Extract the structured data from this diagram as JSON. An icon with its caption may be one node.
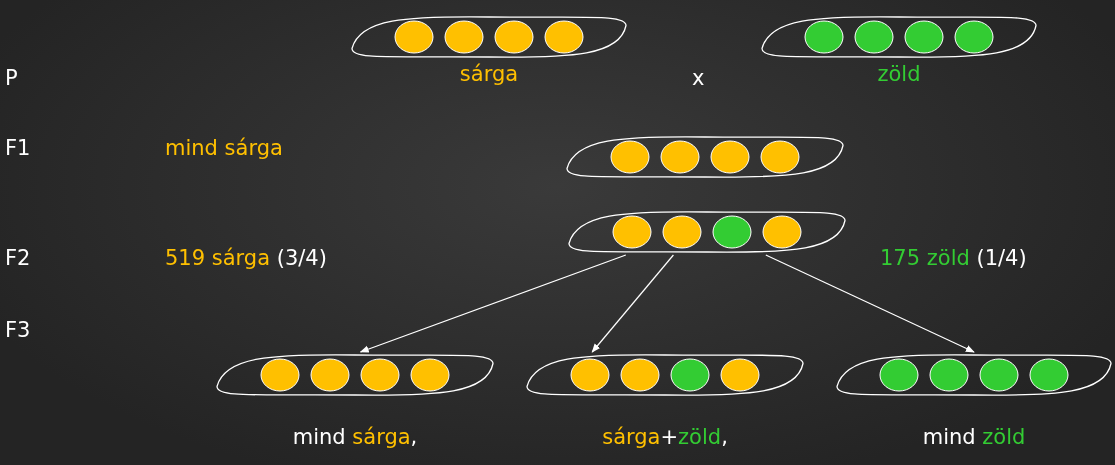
{
  "diagram": {
    "nodes": [
      {
        "text": [],
        "shape": "pod",
        "beside": [
          "sárga"
        ]
      },
      {
        "text": [],
        "shape": "pod",
        "beside": [
          "zöld"
        ]
      },
      {
        "text": [],
        "shape": "pod"
      },
      {
        "text": [],
        "shape": "pod"
      },
      {
        "text": [],
        "shape": "pod",
        "beside": [
          "mind sárga,"
        ]
      },
      {
        "text": [],
        "shape": "pod",
        "beside": [
          "sárga+zöld,"
        ]
      },
      {
        "text": [],
        "shape": "pod",
        "beside": [
          "mind zöld"
        ]
      }
    ],
    "edges": [
      {
        "from": 3,
        "to": 4,
        "arrow": "to"
      },
      {
        "from": 3,
        "to": 5,
        "arrow": "to"
      },
      {
        "from": 3,
        "to": 6,
        "arrow": "to"
      }
    ],
    "labels": [
      "P",
      "x",
      "F1",
      "mind sárga",
      "F2",
      "519 sárga (3/4)",
      "175 zöld (1/4)",
      "F3"
    ]
  }
}
